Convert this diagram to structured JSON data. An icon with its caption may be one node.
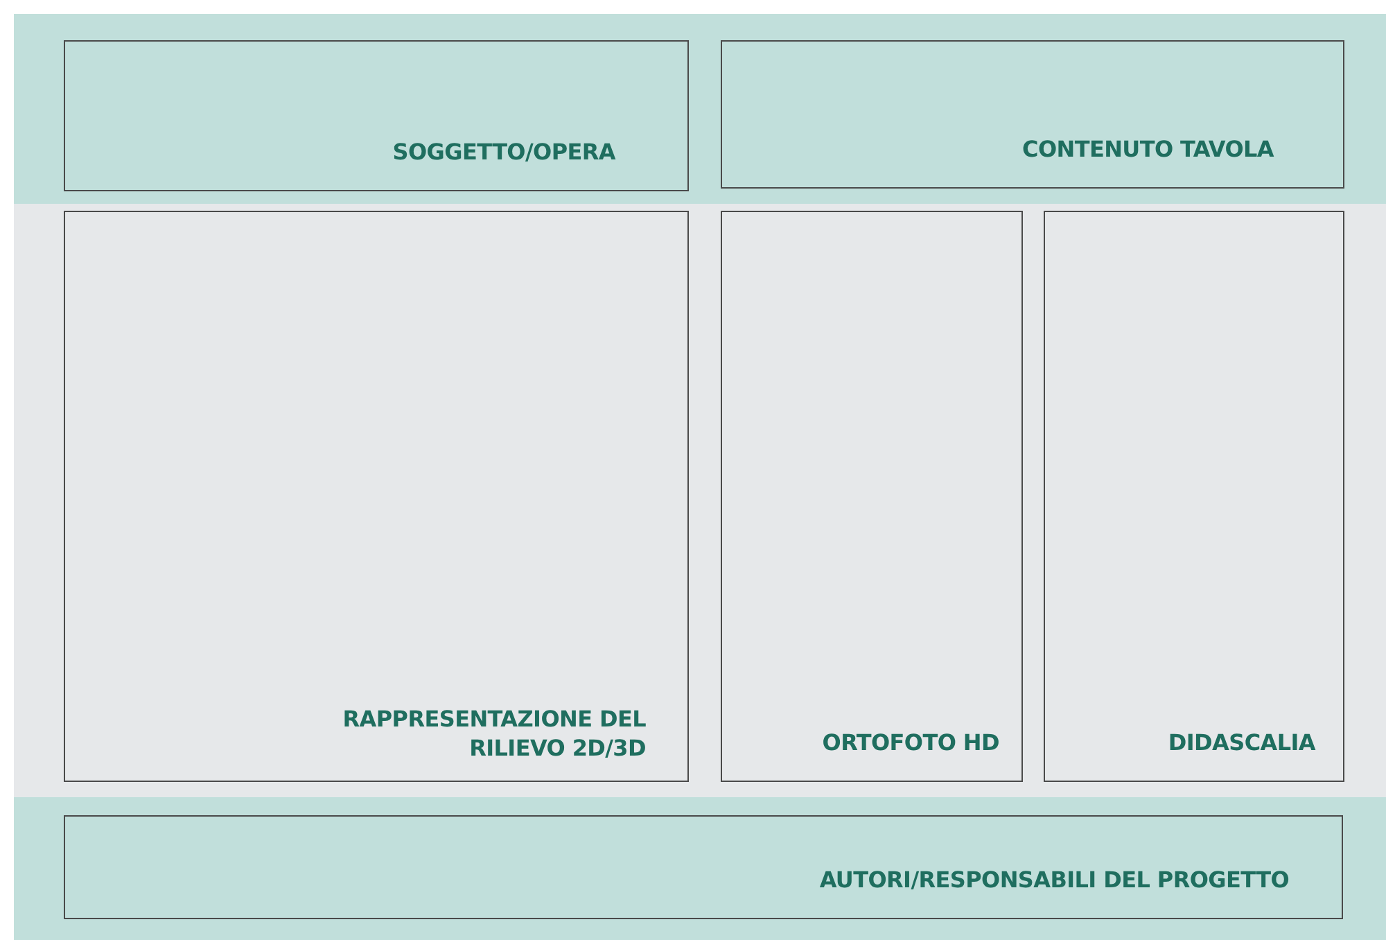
{
  "diagram": {
    "nodes": [
      {
        "text": [
          "SOGGETTO/OPERA"
        ]
      },
      {
        "text": [
          "CONTENUTO TAVOLA"
        ]
      },
      {
        "text": [
          "RAPPRESENTAZIONE DEL RILIEVO 2D/3D"
        ]
      },
      {
        "text": [
          "ORTOFOTO HD"
        ]
      },
      {
        "text": [
          "DIDASCALIA"
        ]
      },
      {
        "text": [
          "AUTORI/RESPONSABILI DEL PROGETTO"
        ]
      }
    ]
  }
}
